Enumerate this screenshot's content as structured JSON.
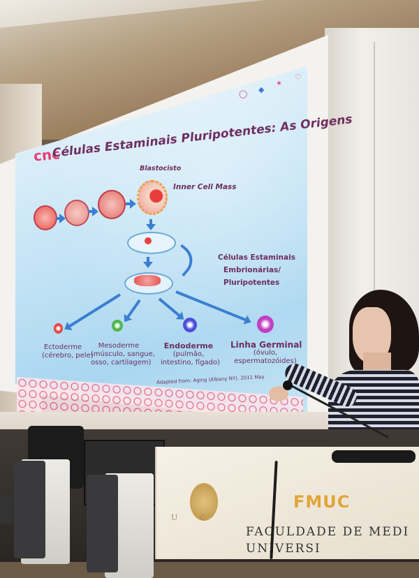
{
  "slide": {
    "logo": "cnc",
    "title": "Células Estaminais Pluripotentes: As Origens",
    "blastocisto": "Blastocisto",
    "inner_cell_mass": "Inner Cell Mass",
    "esc_line1": "Células Estaminais",
    "esc_line2": "Embrionárias/",
    "esc_line3": "Pluripotentes",
    "layers": [
      {
        "name": "Ectoderme",
        "detail1": "(cérebro, pele)",
        "detail2": "",
        "color": "#e8433f"
      },
      {
        "name": "Mesoderme",
        "detail1": "(músculo, sangue,",
        "detail2": "osso, cartilagem)",
        "color": "#4cb648"
      },
      {
        "name": "Endoderme",
        "detail1": "(pulmão,",
        "detail2": "intestino, fígado)",
        "color": "#4a4fd8"
      },
      {
        "name": "Linha Germinal",
        "detail1": "(óvulo,",
        "detail2": "espermatozóides)",
        "color": "#c23fc3"
      }
    ],
    "citation": "Adapted from: Aging (Albany NY). 2011 May"
  },
  "podium": {
    "acronym": "FMUC",
    "line1": "FACULDADE DE MEDI",
    "line2": "UNIVERSI",
    "left_letters": "U C"
  },
  "colors": {
    "accent_pink": "#e63f72",
    "arrow_blue": "#3a7fd0",
    "podium_gold": "#e1a53a"
  }
}
